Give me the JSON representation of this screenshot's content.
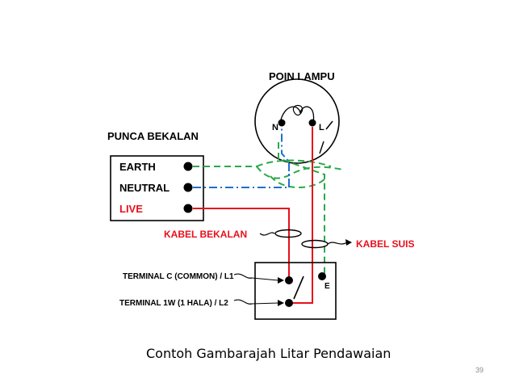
{
  "slide": {
    "caption": "Contoh Gambarajah Litar Pendawaian",
    "page_number": "39"
  },
  "diagram": {
    "lamp_title": "POIN LAMPU",
    "lamp_n": "N",
    "lamp_l": "L",
    "supply_title": "PUNCA BEKALAN",
    "earth": "EARTH",
    "neutral": "NEUTRAL",
    "live": "LIVE",
    "cable_supply": "KABEL BEKALAN",
    "cable_switch": "KABEL SUIS",
    "terminal_c": "TERMINAL C (COMMON) / L1",
    "terminal_1w": "TERMINAL 1W (1 HALA) / L2",
    "switch_e": "E"
  },
  "colors": {
    "live": "#e8101c",
    "neutral": "#1e6fd0",
    "earth": "#2aa84a",
    "label_red": "#e8101c"
  }
}
